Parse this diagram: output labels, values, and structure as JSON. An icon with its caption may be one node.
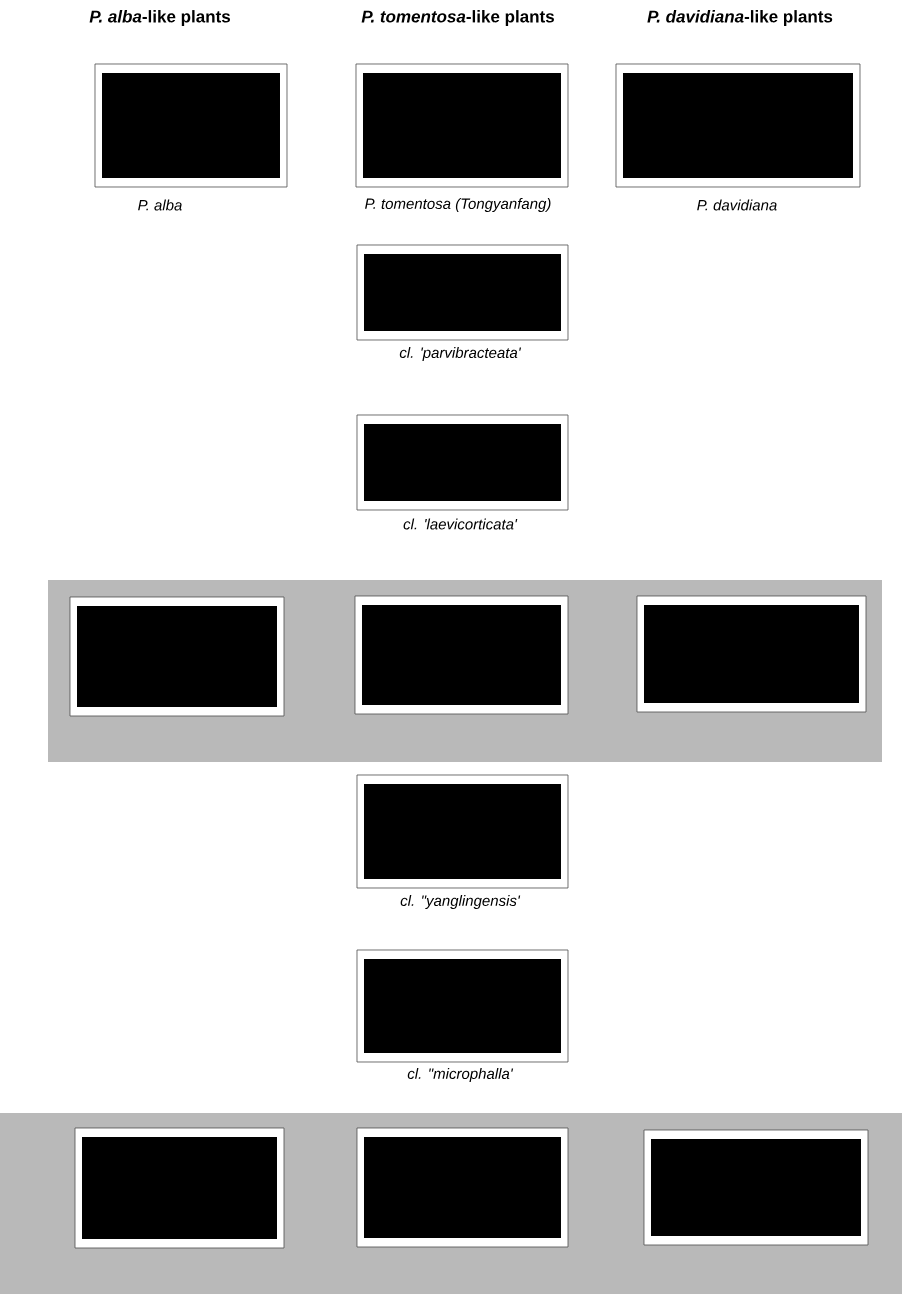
{
  "diagram": {
    "labels": [
      "*P. alba*-like plants",
      "*P. tomentosa*-like plants",
      "*P. davidiana*-like plants",
      "P. alba",
      "P. tomentosa (Tongyanfang)",
      "P. davidiana",
      "cl. 'parvibracteata'",
      "cl. 'laevicorticata'",
      "cl. \"yanglingensis'",
      "cl. \"microphalla'"
    ]
  }
}
